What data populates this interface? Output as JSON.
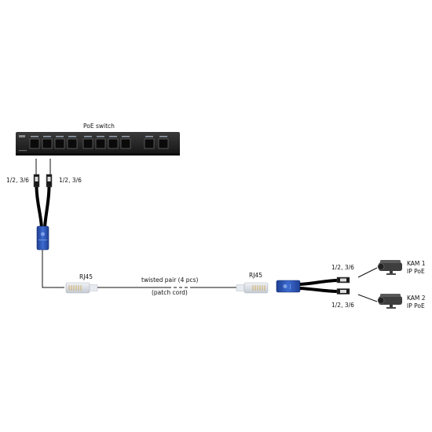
{
  "labels": {
    "switch": "PoE switch",
    "pair_left": "1/2, 3/6",
    "pair_right": "1/2, 3/6",
    "rj45_left": "RJ45",
    "rj45_right": "RJ45",
    "cable_line1": "twisted pair (4 pcs)",
    "cable_line2": "(patch cord)",
    "cam1_pair": "1/2, 3/6",
    "cam2_pair": "1/2, 3/6",
    "cam1_name": "KAM 1",
    "cam1_type": "IP PoE",
    "cam2_name": "KAM 2",
    "cam2_type": "IP PoE"
  },
  "colors": {
    "switch_body": "#1e1e1e",
    "splitter_blue": "#2f57b8",
    "cable": "#111111",
    "connector_clear": "#d8dde3",
    "camera": "#4a4a4a"
  },
  "icons": [
    "poe-switch-icon",
    "rj45-plug-icon",
    "poe-splitter-icon",
    "ip-camera-icon"
  ]
}
